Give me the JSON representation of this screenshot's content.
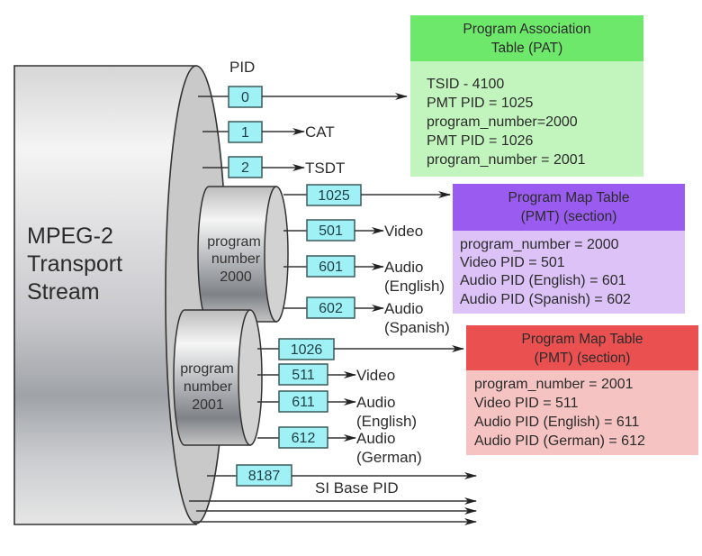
{
  "diagram": {
    "main_label": [
      "MPEG-2",
      "Transport",
      "Stream"
    ],
    "pid_heading": "PID",
    "top_pids": [
      {
        "pid": "0",
        "destination": ""
      },
      {
        "pid": "1",
        "destination": "CAT"
      },
      {
        "pid": "2",
        "destination": "TSDT"
      }
    ],
    "programs": [
      {
        "label": [
          "program",
          "number",
          "2000"
        ],
        "pmt_pid": "1025",
        "streams": [
          {
            "pid": "501",
            "destination": [
              "Video"
            ]
          },
          {
            "pid": "601",
            "destination": [
              "Audio",
              "(English)"
            ]
          },
          {
            "pid": "602",
            "destination": [
              "Audio",
              "(Spanish)"
            ]
          }
        ]
      },
      {
        "label": [
          "program",
          "number",
          "2001"
        ],
        "pmt_pid": "1026",
        "streams": [
          {
            "pid": "511",
            "destination": [
              "Video"
            ]
          },
          {
            "pid": "611",
            "destination": [
              "Audio",
              "(English)"
            ]
          },
          {
            "pid": "612",
            "destination": [
              "Audio",
              "(German)"
            ]
          }
        ]
      }
    ],
    "si_base": {
      "pid": "8187",
      "label": "SI Base PID"
    },
    "tables": [
      {
        "id": "pat",
        "title": [
          "Program Association",
          "Table (PAT)"
        ],
        "lines": [
          "TSID - 4100",
          "PMT PID = 1025",
          "program_number=2000",
          "PMT PID = 1026",
          "program_number = 2001"
        ],
        "header_color": "#6ee86a",
        "body_color": "#c2f5bd"
      },
      {
        "id": "pmt-2000",
        "title": [
          "Program Map Table",
          "(PMT) (section)"
        ],
        "lines": [
          "program_number = 2000",
          "Video PID = 501",
          "Audio PID (English) = 601",
          "Audio PID (Spanish) = 602"
        ],
        "header_color": "#9a5cf0",
        "body_color": "#dcc2f7"
      },
      {
        "id": "pmt-2001",
        "title": [
          "Program Map Table",
          "(PMT) (section)"
        ],
        "lines": [
          "program_number = 2001",
          "Video PID = 511",
          "Audio PID (English) = 611",
          "Audio PID (German) = 612"
        ],
        "header_color": "#ea5050",
        "body_color": "#f6c3c3"
      }
    ]
  }
}
